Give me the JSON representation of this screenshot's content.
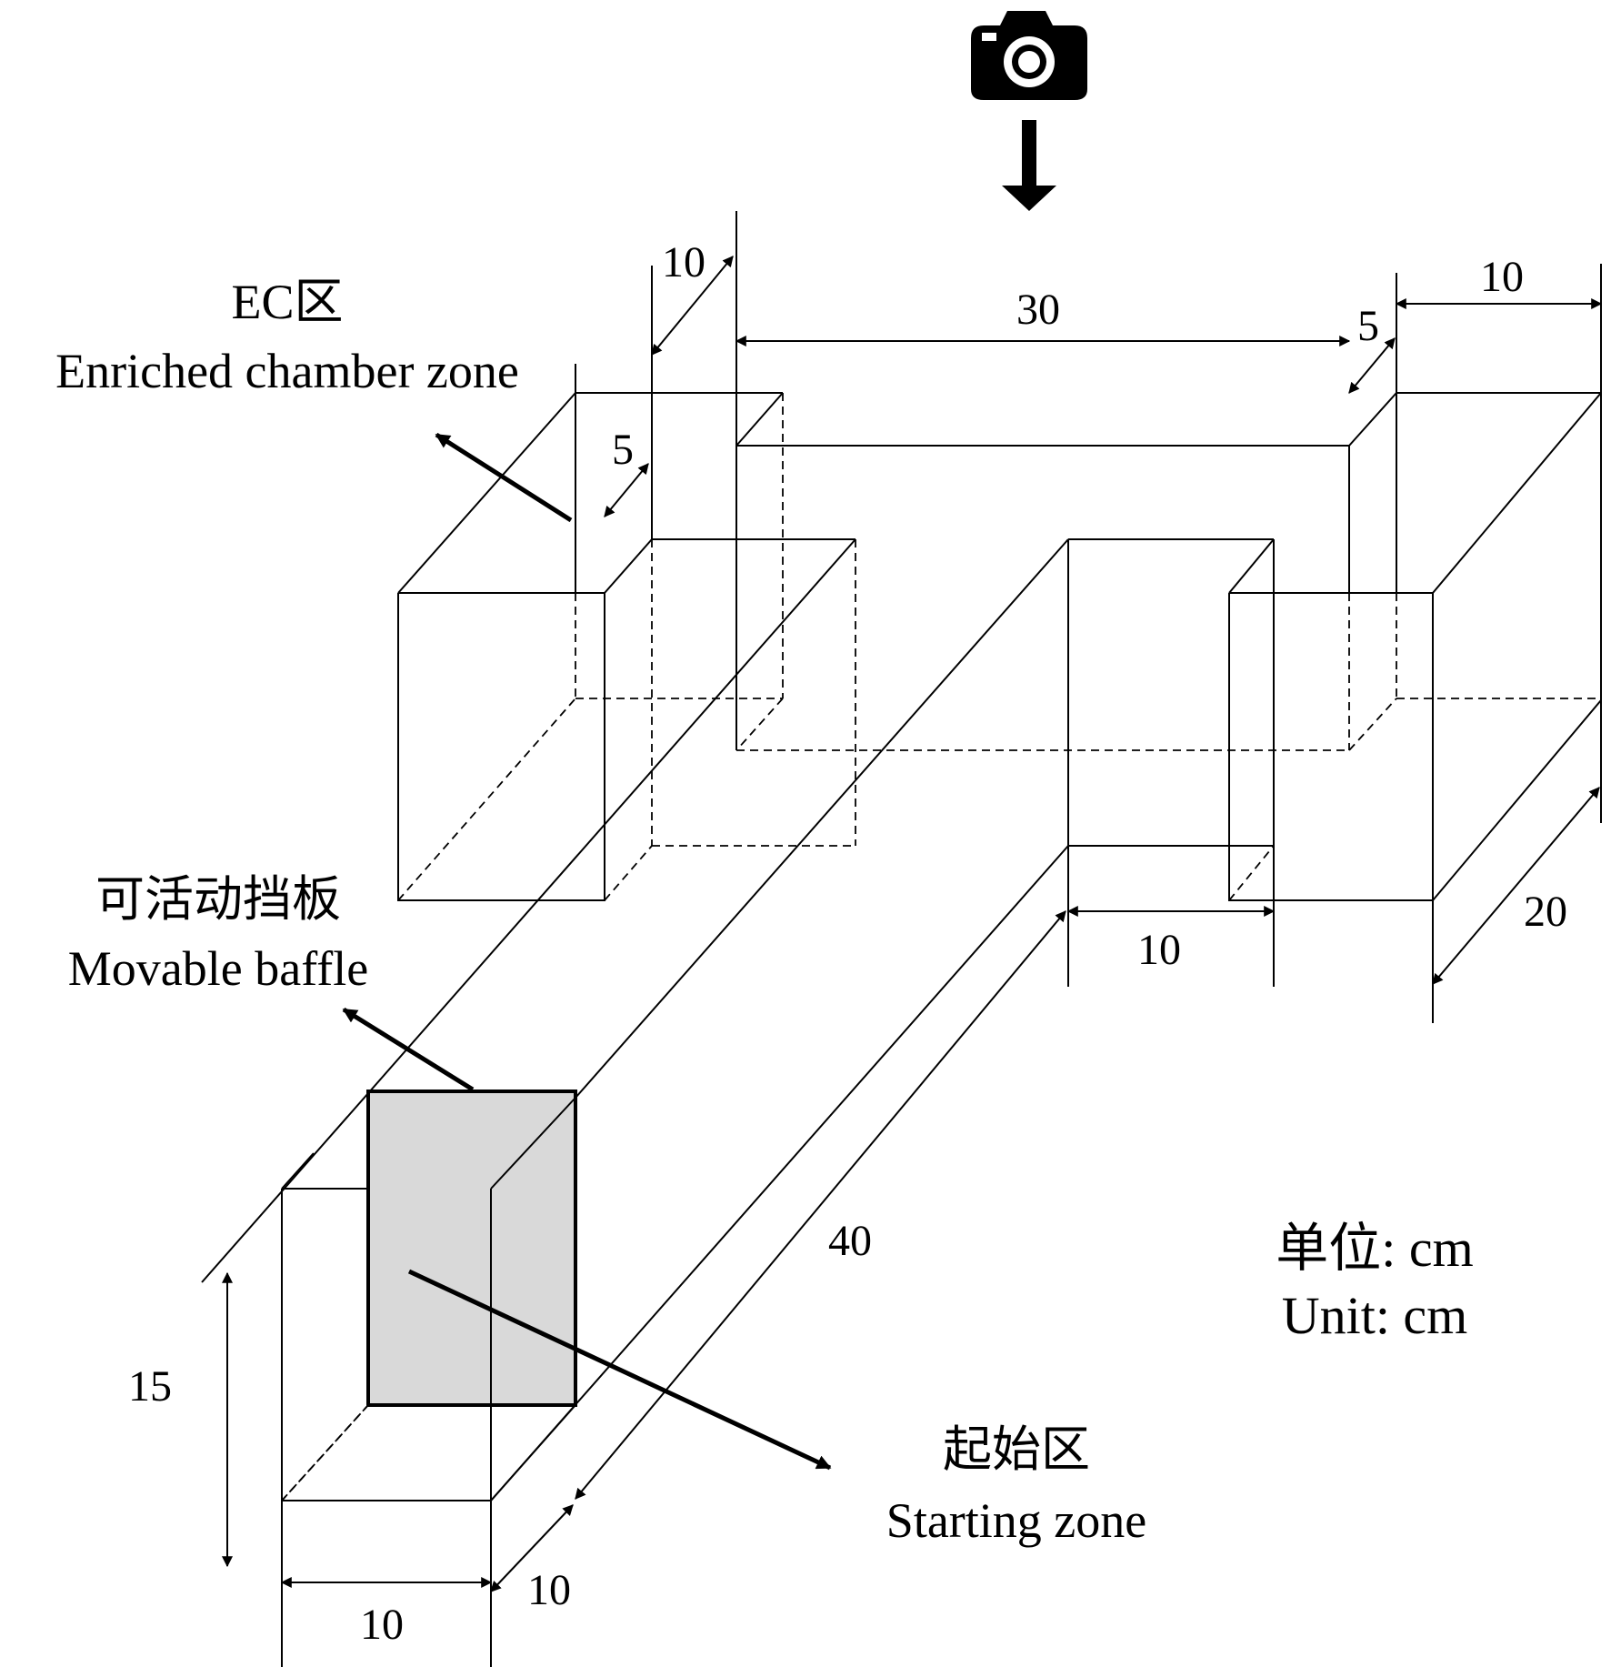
{
  "labels": {
    "ec_cn": "EC区",
    "ec_en": "Enriched chamber zone",
    "baffle_cn": "可活动挡板",
    "baffle_en": "Movable baffle",
    "start_cn": "起始区",
    "start_en": "Starting zone",
    "unit_cn": "单位: cm",
    "unit_en": "Unit: cm"
  },
  "dimensions": {
    "d_10_top_left": "10",
    "d_30": "30",
    "d_5_top_right": "5",
    "d_10_top_right": "10",
    "d_5_left": "5",
    "d_20": "20",
    "d_10_center": "10",
    "d_40": "40",
    "d_15": "15",
    "d_10_bottom": "10",
    "d_10_bottom_right": "10"
  },
  "icons": {
    "camera": "camera-icon"
  },
  "colors": {
    "baffle_fill": "#d9d9d9",
    "line": "#000000"
  }
}
